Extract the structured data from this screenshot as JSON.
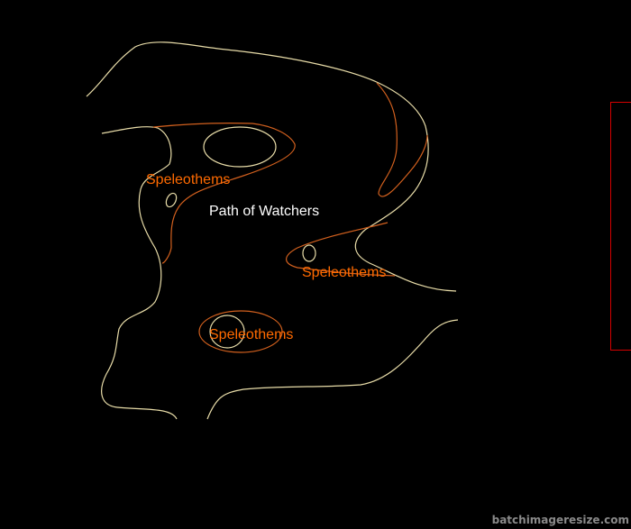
{
  "map": {
    "labels": {
      "speleothems_1": "Speleothems",
      "speleothems_2": "Speleothems",
      "speleothems_3": "Speleothems",
      "path_name": "Path of Watchers"
    },
    "colors": {
      "background": "#000000",
      "wall": "#e8dca8",
      "speleothem_outline": "#d2601e",
      "speleothem_label": "#ff6a00",
      "path_label": "#ffffff",
      "frame": "#d40000"
    }
  },
  "watermark": "batchimageresize.com"
}
